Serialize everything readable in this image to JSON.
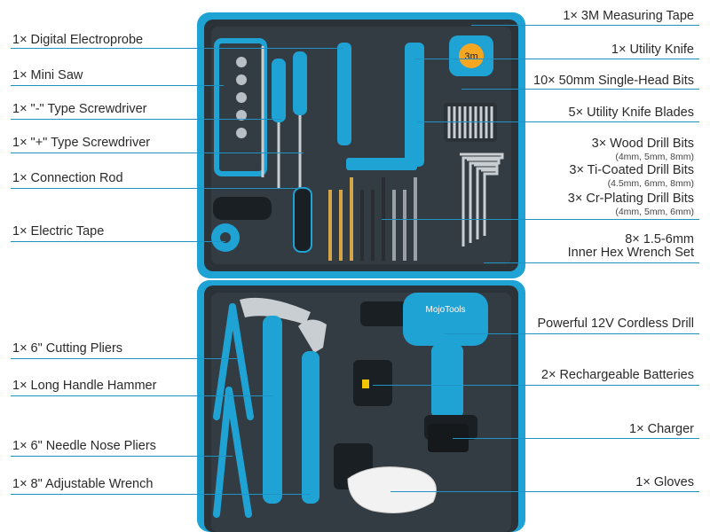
{
  "colors": {
    "accent": "#1fa3d4",
    "case": "#2b3238",
    "leader": "#1f94c4"
  },
  "left_labels": [
    {
      "text": "1× Digital Electroprobe"
    },
    {
      "text": "1× Mini Saw"
    },
    {
      "text": "1× \"-\" Type Screwdriver"
    },
    {
      "text": "1× \"+\" Type Screwdriver"
    },
    {
      "text": "1× Connection Rod"
    },
    {
      "text": "1× Electric Tape"
    },
    {
      "text": "1× 6\" Cutting Pliers"
    },
    {
      "text": "1× Long Handle Hammer"
    },
    {
      "text": "1× 6\" Needle Nose Pliers"
    },
    {
      "text": "1× 8\" Adjustable Wrench"
    }
  ],
  "right_labels": [
    {
      "text": "1× 3M Measuring Tape",
      "sub": ""
    },
    {
      "text": "1× Utility Knife",
      "sub": ""
    },
    {
      "text": "10× 50mm Single-Head Bits",
      "sub": ""
    },
    {
      "text": "5× Utility Knife Blades",
      "sub": ""
    },
    {
      "text": "3× Wood Drill Bits",
      "sub": "(4mm, 5mm, 8mm)"
    },
    {
      "text": "3× Ti-Coated Drill Bits",
      "sub": "(4.5mm, 6mm, 8mm)"
    },
    {
      "text": "3× Cr-Plating Drill Bits",
      "sub": "(4mm, 5mm, 6mm)"
    },
    {
      "text": "8× 1.5-6mm",
      "sub": ""
    },
    {
      "text": "Inner Hex Wrench Set",
      "sub": ""
    },
    {
      "text": "Powerful 12V Cordless Drill",
      "sub": ""
    },
    {
      "text": "2× Rechargeable Batteries",
      "sub": ""
    },
    {
      "text": "1× Charger",
      "sub": ""
    },
    {
      "text": "1× Gloves",
      "sub": ""
    }
  ],
  "product": {
    "drill_brand": "MojoTools",
    "tape_label": "3m"
  }
}
